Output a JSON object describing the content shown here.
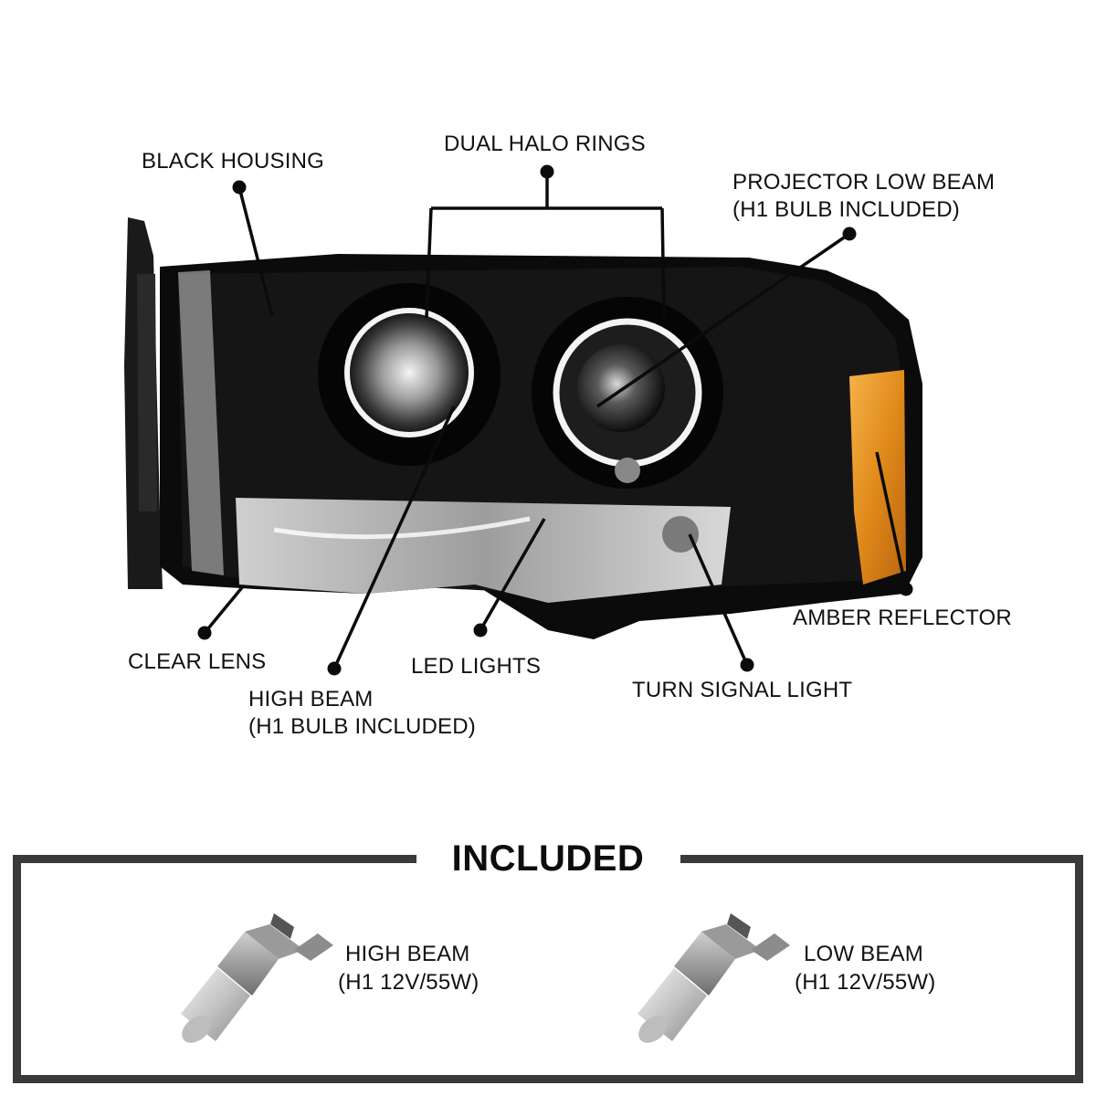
{
  "callouts": {
    "black_housing": "BLACK HOUSING",
    "dual_halo_rings": "DUAL HALO RINGS",
    "projector_low_beam_1": "PROJECTOR LOW BEAM",
    "projector_low_beam_2": "(H1 BULB INCLUDED)",
    "amber_reflector": "AMBER REFLECTOR",
    "clear_lens": "CLEAR LENS",
    "high_beam_1": "HIGH BEAM",
    "high_beam_2": "(H1 BULB INCLUDED)",
    "led_lights": "LED LIGHTS",
    "turn_signal_light": "TURN SIGNAL LIGHT"
  },
  "included": {
    "title": "INCLUDED",
    "items": [
      {
        "line1": "HIGH BEAM",
        "line2": "(H1 12V/55W)"
      },
      {
        "line1": "LOW BEAM",
        "line2": "(H1 12V/55W)"
      }
    ]
  },
  "colors": {
    "housing": "#0b0b0b",
    "amber": "#e8901c",
    "halo": "#f2f4f6",
    "box_border": "#3a3a3a"
  }
}
